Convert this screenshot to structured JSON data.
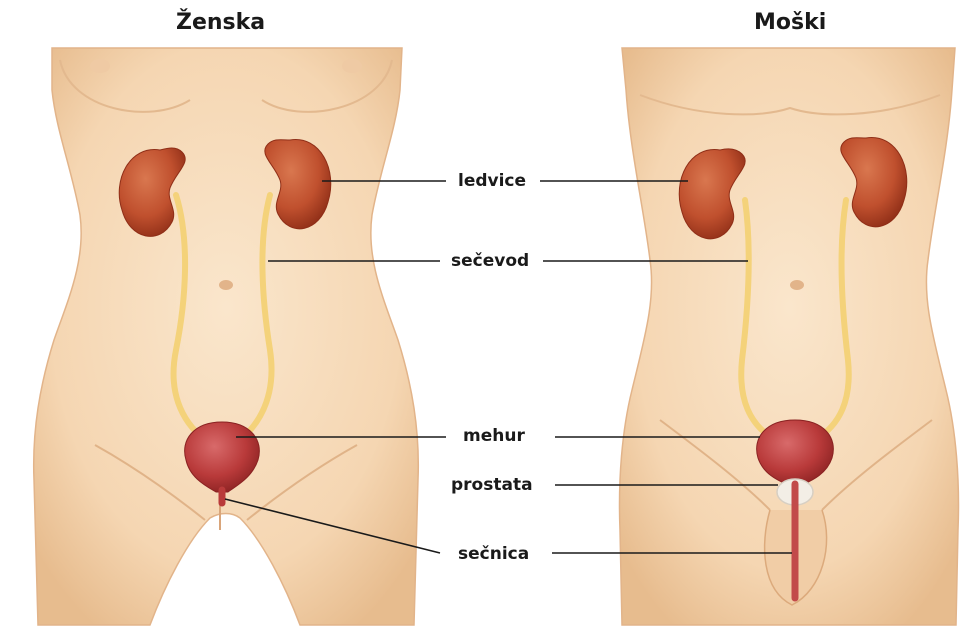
{
  "figures": {
    "female_title": "Ženska",
    "male_title": "Moški"
  },
  "labels": {
    "kidneys": "ledvice",
    "ureter": "sečevod",
    "bladder": "mehur",
    "prostate": "prostata",
    "urethra": "sečnica"
  },
  "colors": {
    "skin": "#f6d9b6",
    "skin_shadow": "#e9bf92",
    "kidney": "#c0502e",
    "kidney_dark": "#8f2e17",
    "ureter": "#f4d27a",
    "bladder": "#b93a3a",
    "prostate": "#f3eee6",
    "leader_line": "#1a1a1a"
  }
}
